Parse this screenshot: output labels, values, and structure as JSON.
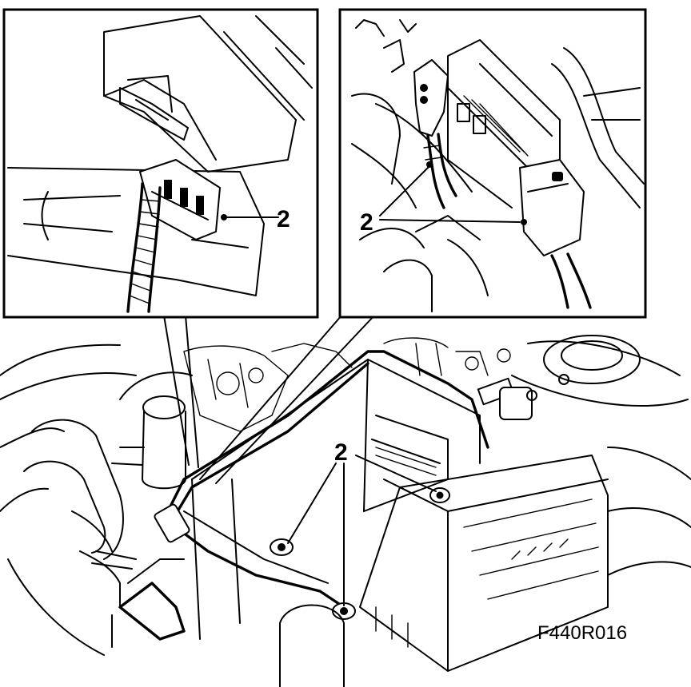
{
  "figure": {
    "id": "F440R016"
  },
  "callouts": {
    "inset_left": "2",
    "inset_right": "2",
    "main": "2"
  }
}
